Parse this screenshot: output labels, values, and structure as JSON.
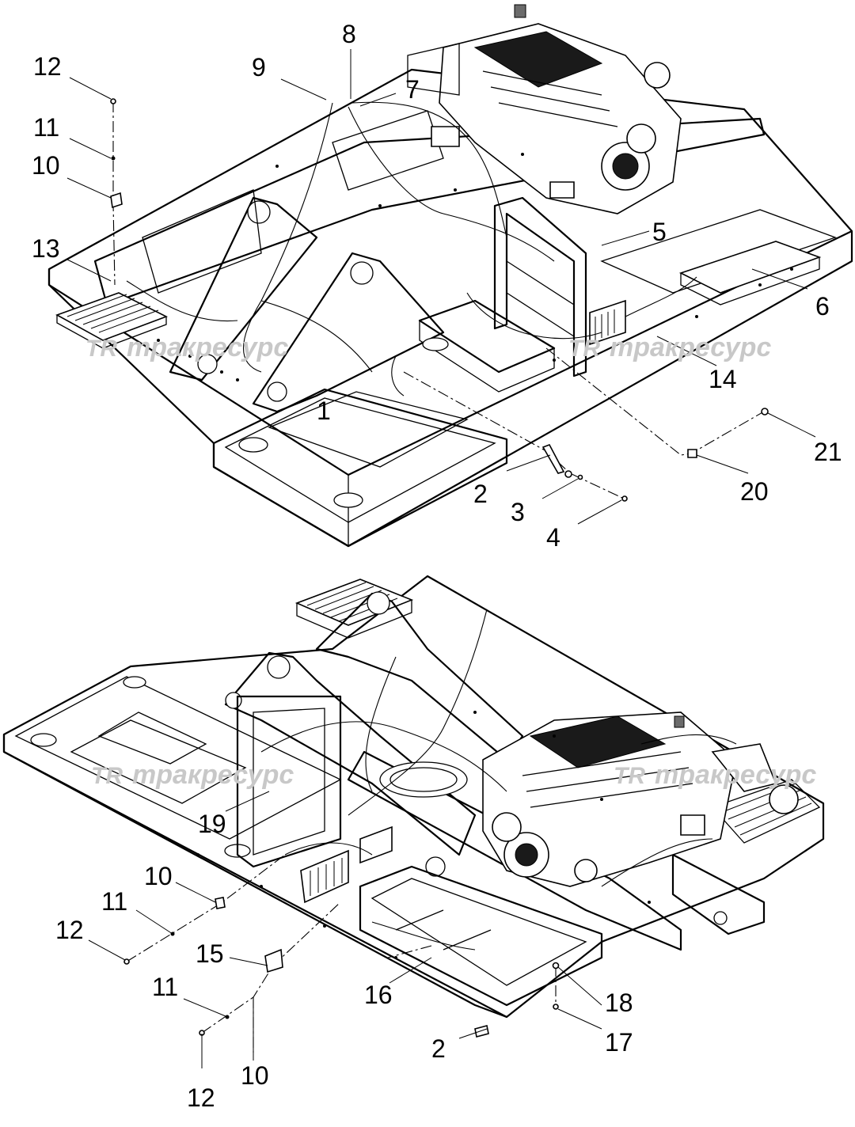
{
  "watermark": {
    "logo": "TR",
    "text": "тракресурс"
  },
  "top_view": {
    "callouts": [
      "12",
      "11",
      "10",
      "13",
      "9",
      "8",
      "7",
      "5",
      "6",
      "14",
      "1",
      "2",
      "3",
      "4",
      "20",
      "21"
    ]
  },
  "bottom_view": {
    "callouts": [
      "19",
      "10",
      "11",
      "12",
      "15",
      "11",
      "12",
      "10",
      "16",
      "2",
      "18",
      "17"
    ]
  }
}
